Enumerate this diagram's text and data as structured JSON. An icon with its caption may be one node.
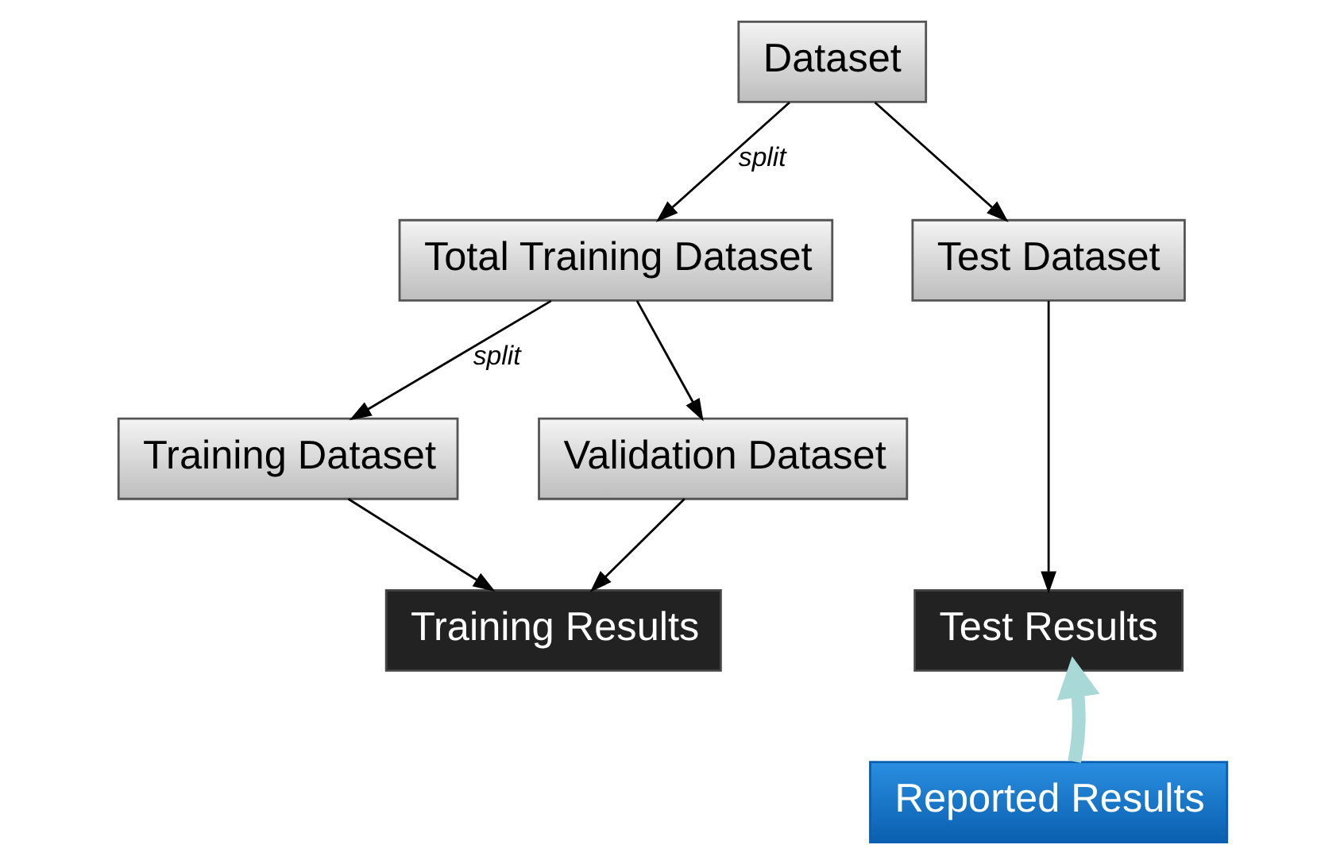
{
  "diagram": {
    "nodes": [
      {
        "text": [
          "Dataset"
        ]
      },
      {
        "text": [
          "Total Training Dataset"
        ]
      },
      {
        "text": [
          "Test Dataset"
        ]
      },
      {
        "text": [
          "Training Dataset"
        ]
      },
      {
        "text": [
          "Validation Dataset"
        ]
      },
      {
        "text": [
          "Training Results"
        ]
      },
      {
        "text": [
          "Test Results"
        ]
      },
      {
        "text": [
          "Reported Results"
        ]
      }
    ],
    "edges": [
      {
        "from": 0,
        "to": 1,
        "arrow": "to",
        "label": "split"
      },
      {
        "from": 0,
        "to": 2,
        "arrow": "to"
      },
      {
        "from": 1,
        "to": 3,
        "arrow": "to",
        "label": "split"
      },
      {
        "from": 1,
        "to": 4,
        "arrow": "to"
      },
      {
        "from": 3,
        "to": 5,
        "arrow": "to"
      },
      {
        "from": 4,
        "to": 5,
        "arrow": "to"
      },
      {
        "from": 2,
        "to": 6,
        "arrow": "to"
      },
      {
        "from": 7,
        "to": 6,
        "arrow": "to",
        "style": "thick",
        "color": "#a9d9d6"
      }
    ]
  }
}
